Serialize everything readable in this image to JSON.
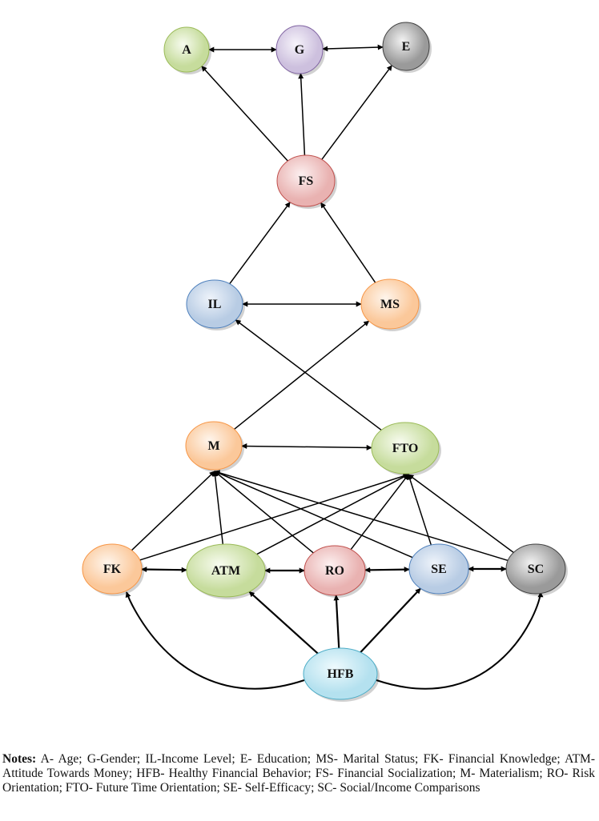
{
  "nodes": {
    "A": {
      "label": "A",
      "color": "green"
    },
    "G": {
      "label": "G",
      "color": "purple"
    },
    "E": {
      "label": "E",
      "color": "gray"
    },
    "FS": {
      "label": "FS",
      "color": "red"
    },
    "IL": {
      "label": "IL",
      "color": "blue"
    },
    "MS": {
      "label": "MS",
      "color": "orange"
    },
    "M": {
      "label": "M",
      "color": "orange"
    },
    "FTO": {
      "label": "FTO",
      "color": "green"
    },
    "FK": {
      "label": "FK",
      "color": "orange"
    },
    "ATM": {
      "label": "ATM",
      "color": "green"
    },
    "RO": {
      "label": "RO",
      "color": "red"
    },
    "SE": {
      "label": "SE",
      "color": "blue"
    },
    "SC": {
      "label": "SC",
      "color": "gray"
    },
    "HFB": {
      "label": "HFB",
      "color": "cyan"
    }
  },
  "edges": [
    {
      "from": "A",
      "to": "G",
      "type": "bidirectional"
    },
    {
      "from": "G",
      "to": "E",
      "type": "bidirectional"
    },
    {
      "from": "FS",
      "to": "A",
      "type": "directed"
    },
    {
      "from": "FS",
      "to": "G",
      "type": "directed"
    },
    {
      "from": "FS",
      "to": "E",
      "type": "directed"
    },
    {
      "from": "IL",
      "to": "FS",
      "type": "directed"
    },
    {
      "from": "MS",
      "to": "FS",
      "type": "directed"
    },
    {
      "from": "IL",
      "to": "MS",
      "type": "bidirectional"
    },
    {
      "from": "FTO",
      "to": "IL",
      "type": "directed"
    },
    {
      "from": "M",
      "to": "MS",
      "type": "directed"
    },
    {
      "from": "M",
      "to": "FTO",
      "type": "bidirectional"
    },
    {
      "from": "FK",
      "to": "M",
      "type": "directed"
    },
    {
      "from": "ATM",
      "to": "M",
      "type": "directed"
    },
    {
      "from": "RO",
      "to": "M",
      "type": "directed"
    },
    {
      "from": "SE",
      "to": "M",
      "type": "directed"
    },
    {
      "from": "SC",
      "to": "M",
      "type": "directed"
    },
    {
      "from": "FK",
      "to": "FTO",
      "type": "directed"
    },
    {
      "from": "ATM",
      "to": "FTO",
      "type": "directed"
    },
    {
      "from": "RO",
      "to": "FTO",
      "type": "directed"
    },
    {
      "from": "SE",
      "to": "FTO",
      "type": "directed"
    },
    {
      "from": "SC",
      "to": "FTO",
      "type": "directed"
    },
    {
      "from": "FK",
      "to": "ATM",
      "type": "bidirectional"
    },
    {
      "from": "ATM",
      "to": "RO",
      "type": "bidirectional"
    },
    {
      "from": "RO",
      "to": "SE",
      "type": "bidirectional"
    },
    {
      "from": "SE",
      "to": "SC",
      "type": "bidirectional"
    },
    {
      "from": "HFB",
      "to": "FK",
      "type": "directed-curve"
    },
    {
      "from": "HFB",
      "to": "ATM",
      "type": "directed"
    },
    {
      "from": "HFB",
      "to": "RO",
      "type": "directed"
    },
    {
      "from": "HFB",
      "to": "SE",
      "type": "directed"
    },
    {
      "from": "HFB",
      "to": "SC",
      "type": "directed-curve"
    }
  ],
  "palette": {
    "green": [
      "#f7fbef",
      "#c6dc9c",
      "#9bbb59"
    ],
    "purple": [
      "#f6f3fa",
      "#cdc0de",
      "#8064a2"
    ],
    "gray": [
      "#f2f2f2",
      "#9a9a9a",
      "#404040"
    ],
    "red": [
      "#fcf0f0",
      "#e9b2b1",
      "#c0504d"
    ],
    "blue": [
      "#eef3fa",
      "#b8cce4",
      "#4f81bd"
    ],
    "orange": [
      "#fef5ec",
      "#fbc89a",
      "#f79646"
    ],
    "cyan": [
      "#effafd",
      "#b4e1ef",
      "#4bacc6"
    ]
  },
  "notes": {
    "heading": "Notes:",
    "text": " A- Age; G-Gender; IL-Income Level; E- Education; MS- Marital Status; FK- Financial Knowledge; ATM- Attitude Towards Money; HFB- Healthy Financial Behavior; FS- Financial Socialization; M- Materialism; RO- Risk Orientation; FTO- Future Time Orientation; SE- Self-Efficacy; SC- Social/Income Comparisons"
  }
}
